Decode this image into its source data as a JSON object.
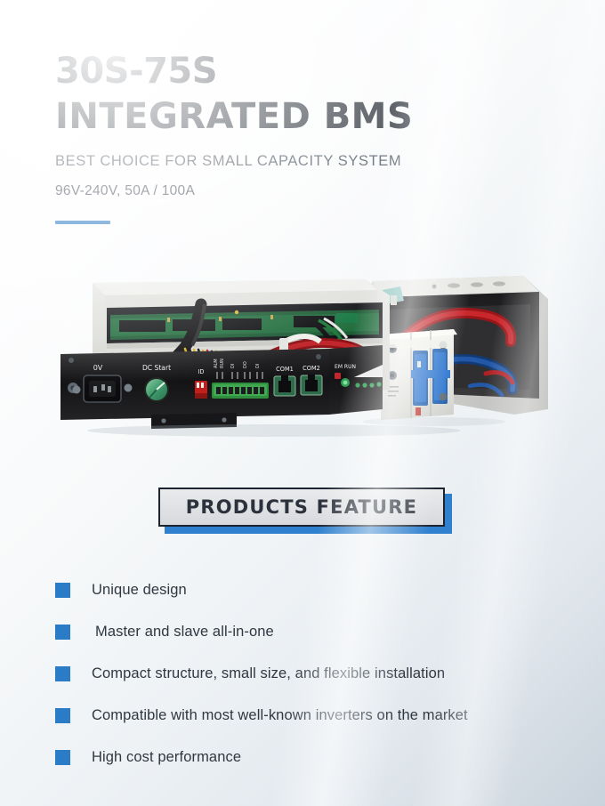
{
  "header": {
    "title_line1": "30S-75S",
    "title_line2": "INTEGRATED BMS",
    "subtitle": "BEST CHOICE FOR SMALL CAPACITY SYSTEM",
    "spec": "96V-240V, 50A / 100A",
    "accent_color": "#2e7cc4"
  },
  "product_image": {
    "alt": "30S-75S integrated BMS chassis, open enclosure view",
    "panel_labels": {
      "ac_inlet": "0V",
      "dc_start": "DC Start",
      "dip_switch": "ID",
      "port1": "COM1",
      "port2": "COM2",
      "led_group": "EM RUN"
    },
    "components": [
      "silver sheet-metal chassis",
      "green control PCBs",
      "black front panel",
      "IEC power inlet",
      "green DC start knob",
      "red ID DIP switch",
      "green terminal block",
      "RJ45 COM1 / COM2 ports",
      "status LEDs",
      "white DIN-rail circuit breakers with blue toggles",
      "red and blue power cables",
      "yellow and black wire harness"
    ]
  },
  "banner": {
    "label": "PRODUCTS FEATURE",
    "shadow_color": "#2f80ce",
    "border_color": "#1c2430"
  },
  "features": {
    "bullet_color": "#2a7cc7",
    "items": [
      {
        "label": "Unique design",
        "indent": false
      },
      {
        "label": "Master and slave all-in-one",
        "indent": true
      },
      {
        "label": "Compact structure, small size, and flexible installation",
        "indent": false
      },
      {
        "label": "Compatible with most well-known inverters on the market",
        "indent": false
      },
      {
        "label": "High cost performance",
        "indent": false
      }
    ]
  }
}
